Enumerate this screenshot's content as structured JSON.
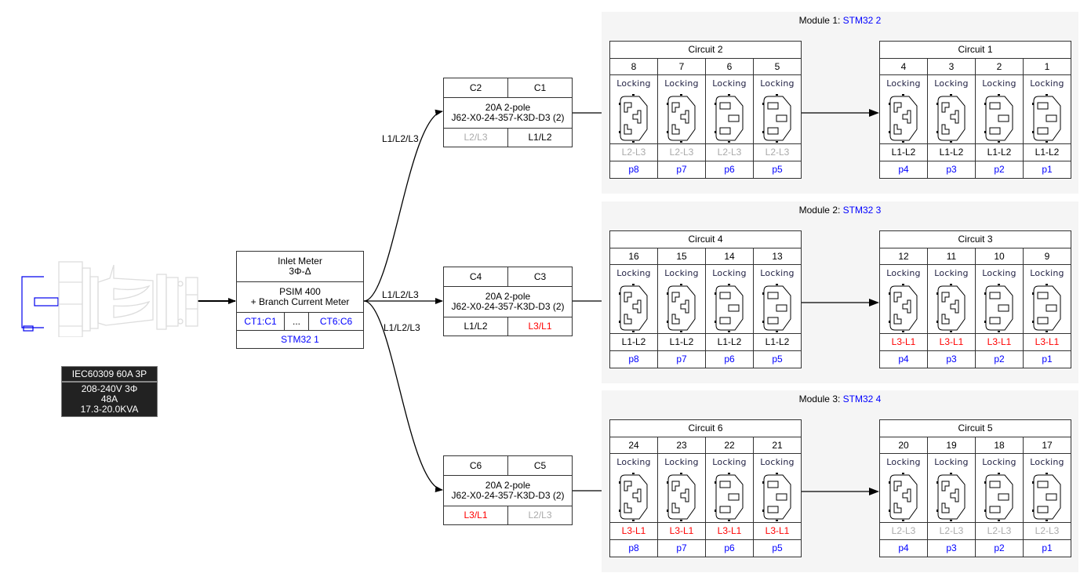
{
  "inlet": {
    "plug_icon": "iec60309-plug-icon",
    "spec_title": "IEC60309 60A 3P",
    "spec_lines": [
      "208-240V 3Φ",
      "48A",
      "17.3-20.0KVA"
    ]
  },
  "meter": {
    "title_line1": "Inlet Meter",
    "title_line2": "3Φ-Δ",
    "model_line1": "PSIM 400",
    "model_line2": "+ Branch Current Meter",
    "ct_first": "CT1:C1",
    "ct_ellipsis": "...",
    "ct_last": "CT6:C6",
    "controller": "STM32 1"
  },
  "edge_labels": [
    "L1/L2/L3",
    "L1/L2/L3",
    "L1/L2/L3"
  ],
  "breakers": [
    {
      "left": "C2",
      "right": "C1",
      "rating": "20A 2-pole",
      "part": "J62-X0-24-357-K3D-D3 (2)",
      "phase_left": "L2/L3",
      "phase_left_color": "gray",
      "phase_right": "L1/L2",
      "phase_right_color": "black"
    },
    {
      "left": "C4",
      "right": "C3",
      "rating": "20A 2-pole",
      "part": "J62-X0-24-357-K3D-D3 (2)",
      "phase_left": "L1/L2",
      "phase_left_color": "black",
      "phase_right": "L3/L1",
      "phase_right_color": "red"
    },
    {
      "left": "C6",
      "right": "C5",
      "rating": "20A 2-pole",
      "part": "J62-X0-24-357-K3D-D3 (2)",
      "phase_left": "L3/L1",
      "phase_left_color": "red",
      "phase_right": "L2/L3",
      "phase_right_color": "gray"
    }
  ],
  "modules": [
    {
      "label": "Module 1: ",
      "controller": "STM32 2",
      "circuits": [
        {
          "name": "Circuit 2",
          "outlets": [
            {
              "num": "8",
              "type": "Locking",
              "kind": "C19",
              "phase": "L2-L3",
              "color": "gray",
              "port": "p8"
            },
            {
              "num": "7",
              "type": "Locking",
              "kind": "C19",
              "phase": "L2-L3",
              "color": "gray",
              "port": "p7"
            },
            {
              "num": "6",
              "type": "Locking",
              "kind": "C13",
              "phase": "L2-L3",
              "color": "gray",
              "port": "p6"
            },
            {
              "num": "5",
              "type": "Locking",
              "kind": "C13",
              "phase": "L2-L3",
              "color": "gray",
              "port": "p5"
            }
          ]
        },
        {
          "name": "Circuit 1",
          "outlets": [
            {
              "num": "4",
              "type": "Locking",
              "kind": "C19",
              "phase": "L1-L2",
              "color": "black",
              "port": "p4"
            },
            {
              "num": "3",
              "type": "Locking",
              "kind": "C19",
              "phase": "L1-L2",
              "color": "black",
              "port": "p3"
            },
            {
              "num": "2",
              "type": "Locking",
              "kind": "C13",
              "phase": "L1-L2",
              "color": "black",
              "port": "p2"
            },
            {
              "num": "1",
              "type": "Locking",
              "kind": "C13",
              "phase": "L1-L2",
              "color": "black",
              "port": "p1"
            }
          ]
        }
      ]
    },
    {
      "label": "Module 2: ",
      "controller": "STM32 3",
      "circuits": [
        {
          "name": "Circuit 4",
          "outlets": [
            {
              "num": "16",
              "type": "Locking",
              "kind": "C19",
              "phase": "L1-L2",
              "color": "black",
              "port": "p8"
            },
            {
              "num": "15",
              "type": "Locking",
              "kind": "C19",
              "phase": "L1-L2",
              "color": "black",
              "port": "p7"
            },
            {
              "num": "14",
              "type": "Locking",
              "kind": "C13",
              "phase": "L1-L2",
              "color": "black",
              "port": "p6"
            },
            {
              "num": "13",
              "type": "Locking",
              "kind": "C13",
              "phase": "L1-L2",
              "color": "black",
              "port": "p5"
            }
          ]
        },
        {
          "name": "Circuit 3",
          "outlets": [
            {
              "num": "12",
              "type": "Locking",
              "kind": "C19",
              "phase": "L3-L1",
              "color": "red",
              "port": "p4"
            },
            {
              "num": "11",
              "type": "Locking",
              "kind": "C19",
              "phase": "L3-L1",
              "color": "red",
              "port": "p3"
            },
            {
              "num": "10",
              "type": "Locking",
              "kind": "C13",
              "phase": "L3-L1",
              "color": "red",
              "port": "p2"
            },
            {
              "num": "9",
              "type": "Locking",
              "kind": "C13",
              "phase": "L3-L1",
              "color": "red",
              "port": "p1"
            }
          ]
        }
      ]
    },
    {
      "label": "Module 3: ",
      "controller": "STM32 4",
      "circuits": [
        {
          "name": "Circuit 6",
          "outlets": [
            {
              "num": "24",
              "type": "Locking",
              "kind": "C19",
              "phase": "L3-L1",
              "color": "red",
              "port": "p8"
            },
            {
              "num": "23",
              "type": "Locking",
              "kind": "C19",
              "phase": "L3-L1",
              "color": "red",
              "port": "p7"
            },
            {
              "num": "22",
              "type": "Locking",
              "kind": "C13",
              "phase": "L3-L1",
              "color": "red",
              "port": "p6"
            },
            {
              "num": "21",
              "type": "Locking",
              "kind": "C13",
              "phase": "L3-L1",
              "color": "red",
              "port": "p5"
            }
          ]
        },
        {
          "name": "Circuit 5",
          "outlets": [
            {
              "num": "20",
              "type": "Locking",
              "kind": "C19",
              "phase": "L2-L3",
              "color": "gray",
              "port": "p4"
            },
            {
              "num": "19",
              "type": "Locking",
              "kind": "C19",
              "phase": "L2-L3",
              "color": "gray",
              "port": "p3"
            },
            {
              "num": "18",
              "type": "Locking",
              "kind": "C13",
              "phase": "L2-L3",
              "color": "gray",
              "port": "p2"
            },
            {
              "num": "17",
              "type": "Locking",
              "kind": "C13",
              "phase": "L2-L3",
              "color": "gray",
              "port": "p1"
            }
          ]
        }
      ]
    }
  ]
}
